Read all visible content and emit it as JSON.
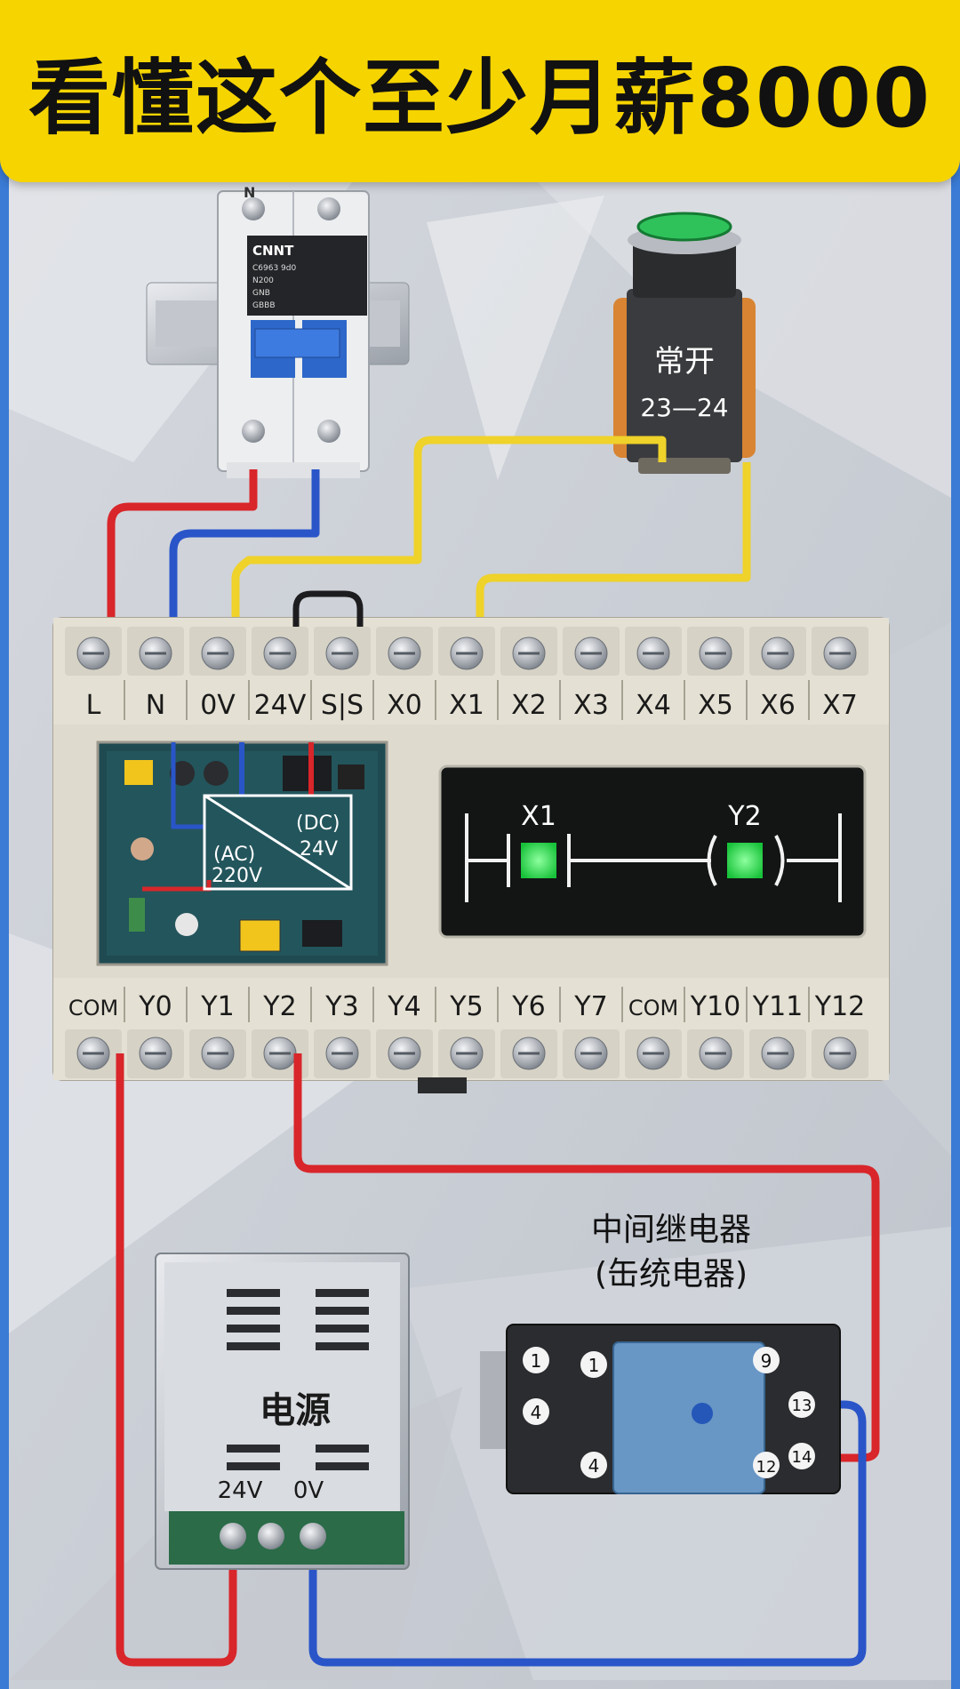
{
  "banner": {
    "title": "看懂这个至少月薪8000"
  },
  "breaker": {
    "brand": "CNNT",
    "model": "C6963 9d0",
    "rating": "N200",
    "line1": "GNB",
    "line2": "GBBB",
    "top_label": "N"
  },
  "pushbutton": {
    "label": "常开",
    "terminals": "23—24"
  },
  "plc": {
    "top_terminals": [
      "L",
      "N",
      "0V",
      "24V",
      "S|S",
      "X0",
      "X1",
      "X2",
      "X3",
      "X4",
      "X5",
      "X6",
      "X7"
    ],
    "bottom_terminals": [
      "COM",
      "Y0",
      "Y1",
      "Y2",
      "Y3",
      "Y4",
      "Y5",
      "Y6",
      "Y7",
      "COM",
      "Y10",
      "Y11",
      "Y12"
    ],
    "psu_dc_label": "(DC)",
    "psu_dc_voltage": "24V",
    "psu_ac_label": "(AC)",
    "psu_ac_voltage": "220V",
    "ladder": {
      "contact": "X1",
      "coil": "Y2"
    }
  },
  "power_supply": {
    "label": "电源",
    "terminal_24v": "24V",
    "terminal_0v": "0V"
  },
  "relay": {
    "title_line1": "中间继电器",
    "title_line2": "(缶统电器)",
    "pins_left": [
      "1",
      "4",
      "4"
    ],
    "pins_mid": "1",
    "pins_right": [
      "9",
      "13",
      "12",
      "14"
    ]
  },
  "colors": {
    "banner": "#f6d400",
    "wire_red": "#d8262a",
    "wire_blue": "#2a55c9",
    "wire_yellow": "#efd22a",
    "led_green": "#22e14a"
  }
}
